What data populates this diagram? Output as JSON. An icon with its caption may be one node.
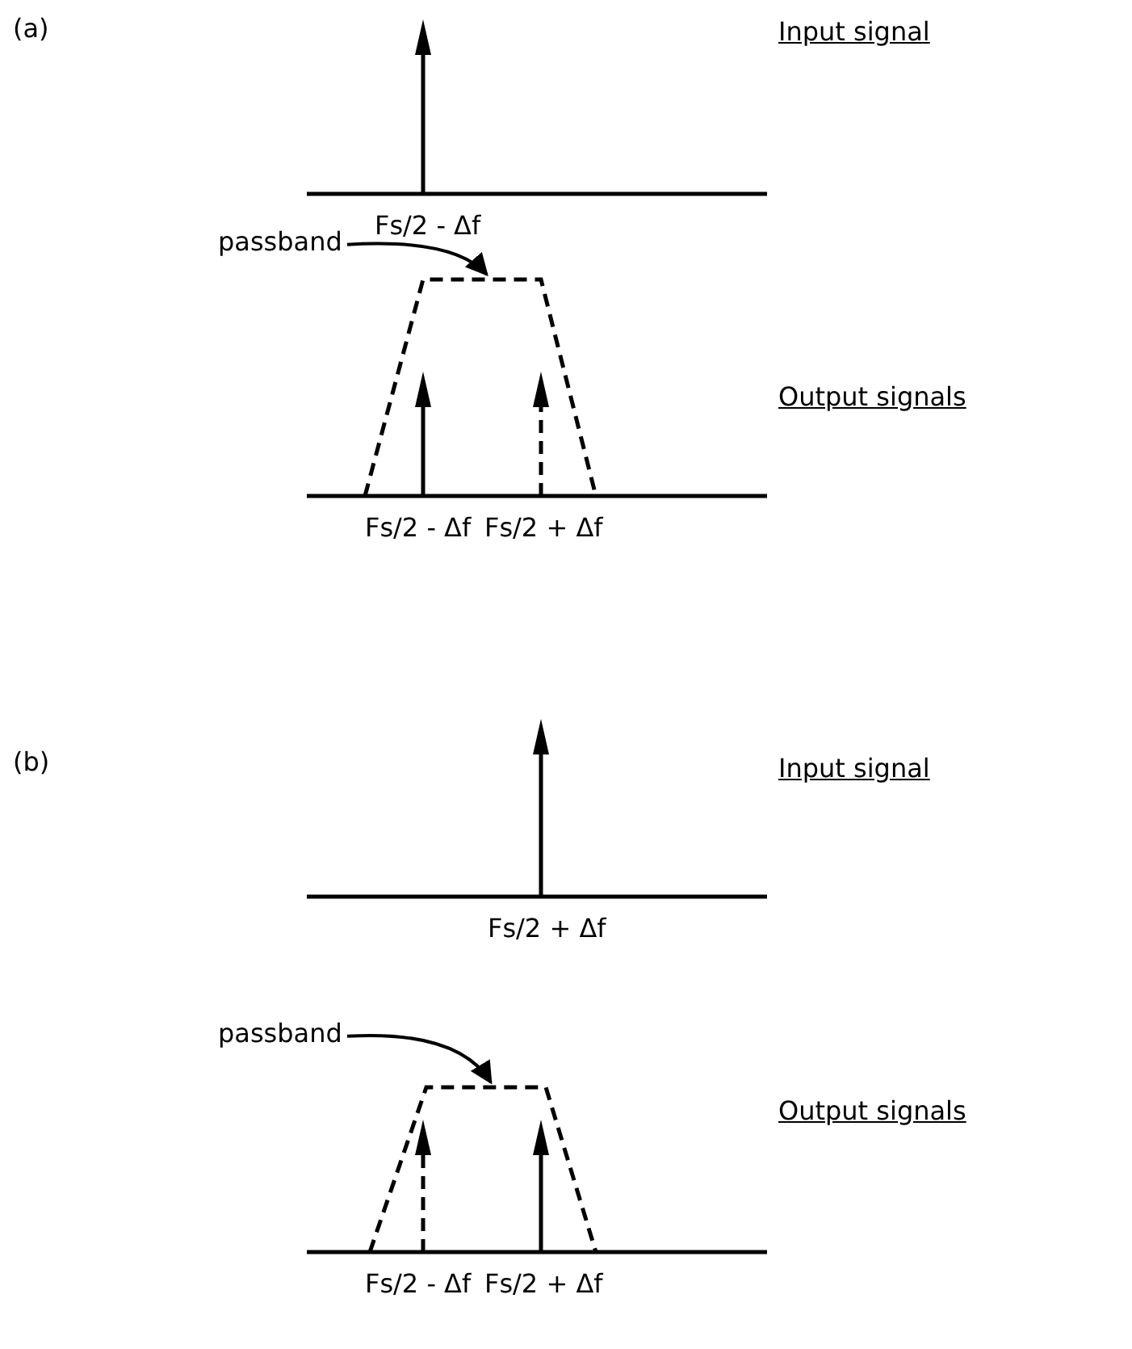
{
  "diagram": {
    "nodes": [
      {
        "text": [
          "passband"
        ]
      },
      {
        "text": [],
        "shape": "trapezoid"
      },
      {
        "text": [
          "passband"
        ]
      },
      {
        "text": [],
        "shape": "trapezoid"
      }
    ],
    "edges": [
      {
        "from": 0,
        "to": 1,
        "arrow": "to"
      },
      {
        "from": 2,
        "to": 3,
        "arrow": "to"
      }
    ],
    "labels": [
      "(a)",
      "Input signal",
      "Fs/2 - Δf",
      "Output signals",
      "Fs/2 - Δf",
      "Fs/2 + Δf",
      "(b)",
      "Input signal",
      "Fs/2 + Δf",
      "Output signals",
      "Fs/2 - Δf",
      "Fs/2 + Δf"
    ]
  }
}
